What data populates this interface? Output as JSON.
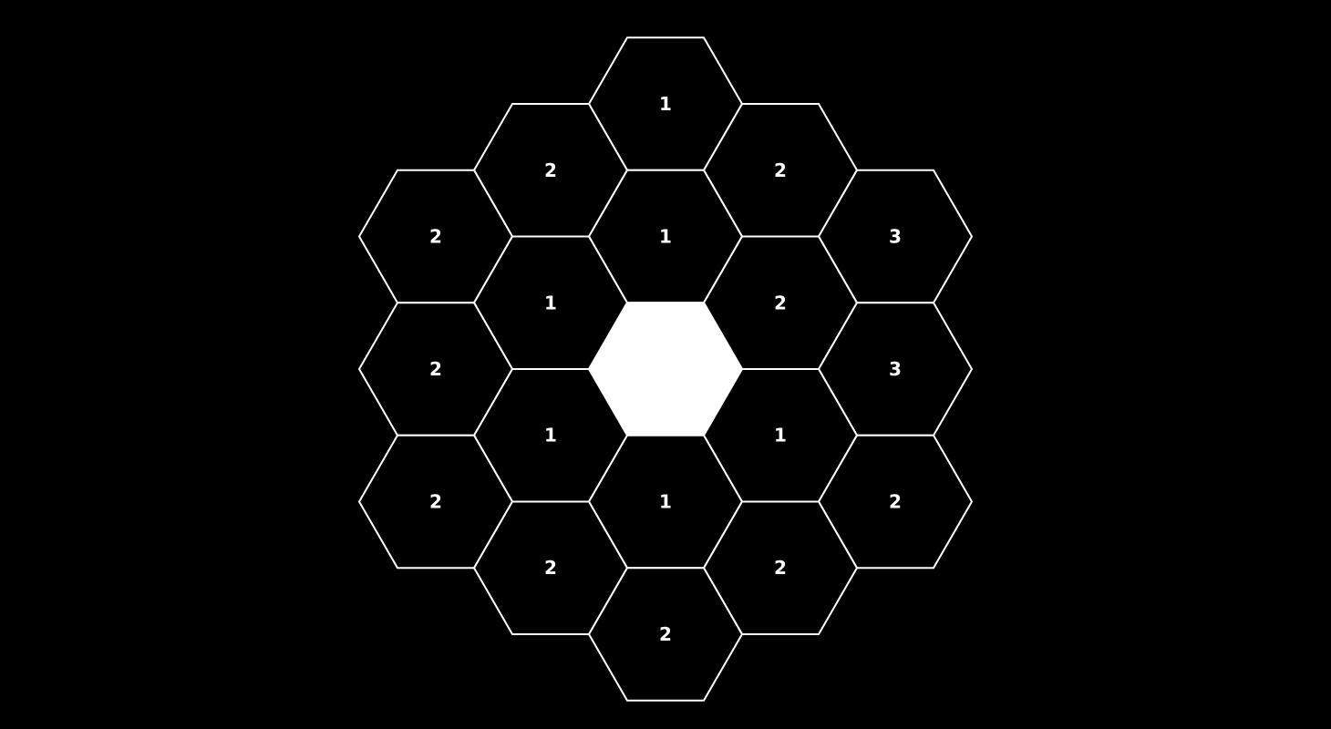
{
  "game": {
    "type": "hexagonal-number-puzzle",
    "colors": {
      "background": "#000000",
      "line": "#ffffff",
      "text": "#ffffff",
      "selected_fill": "#ffffff"
    },
    "cells": [
      {
        "q": 0,
        "r": -2,
        "value": "1",
        "state": "empty"
      },
      {
        "q": -1,
        "r": -1,
        "value": "2",
        "state": "empty"
      },
      {
        "q": 1,
        "r": -2,
        "value": "2",
        "state": "empty"
      },
      {
        "q": -2,
        "r": 0,
        "value": "2",
        "state": "empty"
      },
      {
        "q": 0,
        "r": -1,
        "value": "1",
        "state": "empty"
      },
      {
        "q": 2,
        "r": -2,
        "value": "3",
        "state": "empty"
      },
      {
        "q": -1,
        "r": 0,
        "value": "1",
        "state": "empty"
      },
      {
        "q": 1,
        "r": -1,
        "value": "2",
        "state": "empty"
      },
      {
        "q": -2,
        "r": 1,
        "value": "2",
        "state": "empty"
      },
      {
        "q": 0,
        "r": 0,
        "value": "",
        "state": "filled"
      },
      {
        "q": 2,
        "r": -1,
        "value": "3",
        "state": "empty"
      },
      {
        "q": -1,
        "r": 1,
        "value": "1",
        "state": "empty"
      },
      {
        "q": 1,
        "r": 0,
        "value": "1",
        "state": "empty"
      },
      {
        "q": -2,
        "r": 2,
        "value": "2",
        "state": "empty"
      },
      {
        "q": 0,
        "r": 1,
        "value": "1",
        "state": "empty"
      },
      {
        "q": 2,
        "r": 0,
        "value": "2",
        "state": "empty"
      },
      {
        "q": -1,
        "r": 2,
        "value": "2",
        "state": "empty"
      },
      {
        "q": 1,
        "r": 1,
        "value": "2",
        "state": "empty"
      },
      {
        "q": 0,
        "r": 2,
        "value": "2",
        "state": "empty"
      }
    ]
  }
}
